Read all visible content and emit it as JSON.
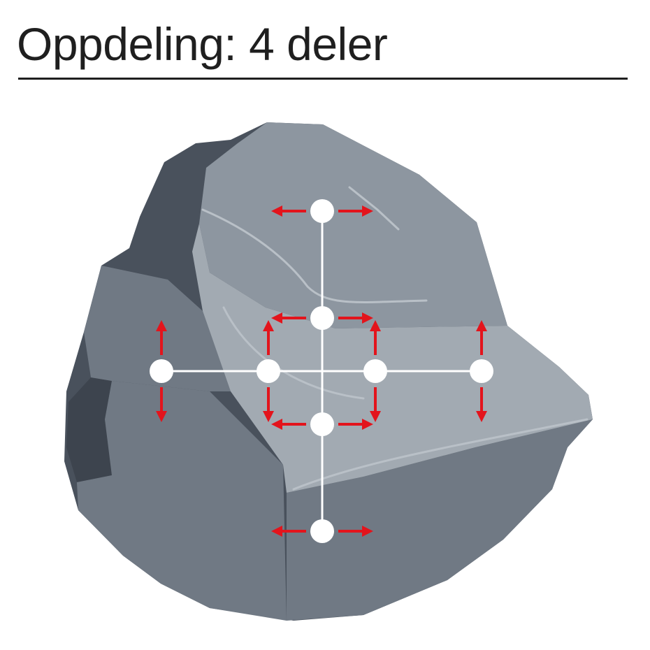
{
  "title": "Oppdeling: 4 deler",
  "colors": {
    "text": "#1f1f1f",
    "rule": "#1f1f1f",
    "arrow": "#e3141c",
    "drill_point": "#ffffff",
    "split_line": "#ffffff",
    "stone_dark": "#49515c",
    "stone_mid": "#707984",
    "stone_light": "#8d96a0",
    "stone_highlight": "#a2aab2"
  },
  "icons": {
    "stone": "stone-illustration",
    "drill_point": "drill-hole-icon",
    "arrow": "double-arrow-icon"
  },
  "diagram": {
    "split_count": 4,
    "drill_points_per_line": 4,
    "split_lines": [
      "vertical",
      "horizontal"
    ]
  }
}
